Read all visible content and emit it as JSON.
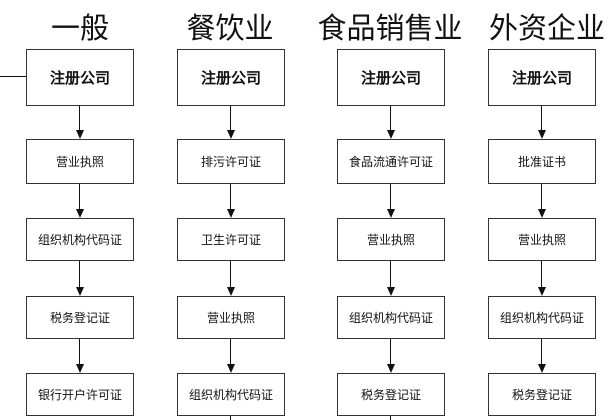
{
  "columns": [
    {
      "title": "一般",
      "steps": [
        "注册公司",
        "营业执照",
        "组织机构代码证",
        "税务登记证",
        "银行开户许可证"
      ]
    },
    {
      "title": "餐饮业",
      "steps": [
        "注册公司",
        "排污许可证",
        "卫生许可证",
        "营业执照",
        "组织机构代码证"
      ]
    },
    {
      "title": "食品销售业",
      "steps": [
        "注册公司",
        "食品流通许可证",
        "营业执照",
        "组织机构代码证",
        "税务登记证"
      ]
    },
    {
      "title": "外资企业",
      "steps": [
        "注册公司",
        "批准证书",
        "营业执照",
        "组织机构代码证",
        "税务登记证"
      ]
    }
  ]
}
